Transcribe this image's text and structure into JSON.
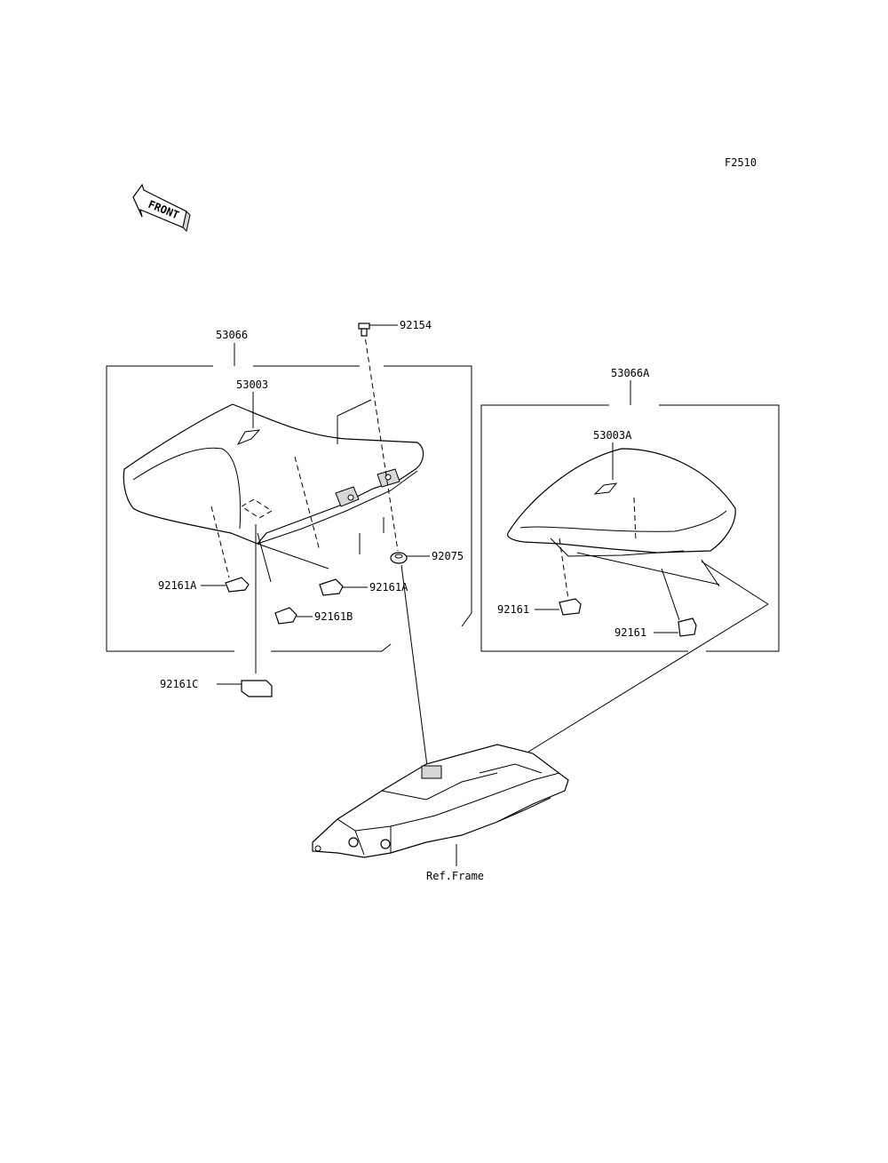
{
  "diagram_code": "F2510",
  "front_label": "FRONT",
  "labels": {
    "seat_front": "53066",
    "seat_rear": "53066A",
    "bolt": "92154",
    "grommet": "92075",
    "patch_front": "53003",
    "patch_rear": "53003A",
    "damper_a_left": "92161A",
    "damper_a_right": "92161A",
    "damper_b": "92161B",
    "damper_c": "92161C",
    "damper_rear_1": "92161",
    "damper_rear_2": "92161",
    "frame_ref": "Ref.Frame"
  }
}
